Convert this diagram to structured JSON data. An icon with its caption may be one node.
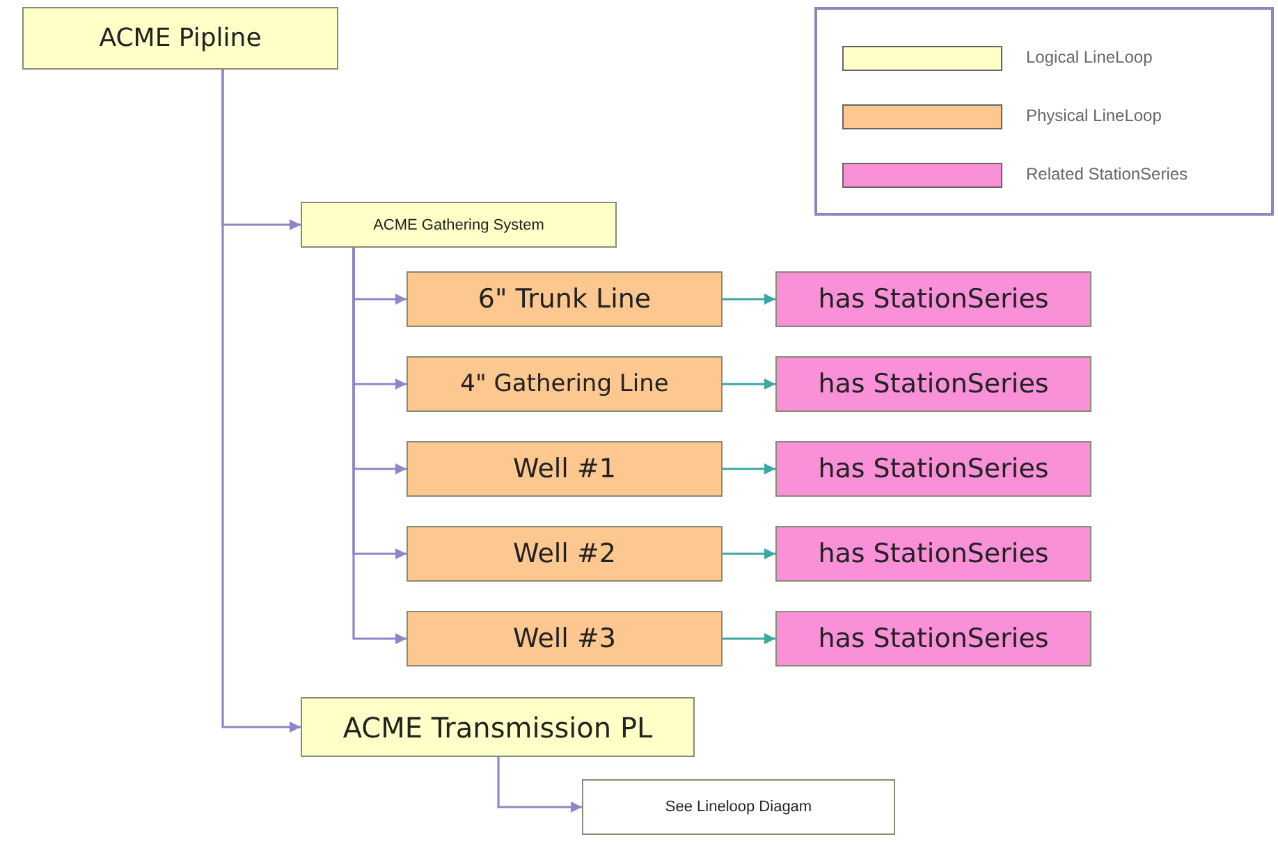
{
  "diagram": {
    "nodes": [
      {
        "text": [
          "ACME Pipline"
        ]
      },
      {
        "text": [
          "ACME Gathering System"
        ]
      },
      {
        "text": [
          "6\" Trunk Line"
        ]
      },
      {
        "text": [
          "4\" Gathering Line"
        ]
      },
      {
        "text": [
          "Well #1"
        ]
      },
      {
        "text": [
          "Well #2"
        ]
      },
      {
        "text": [
          "Well #3"
        ]
      },
      {
        "text": [
          "has StationSeries"
        ]
      },
      {
        "text": [
          "has StationSeries"
        ]
      },
      {
        "text": [
          "has StationSeries"
        ]
      },
      {
        "text": [
          "has StationSeries"
        ]
      },
      {
        "text": [
          "has StationSeries"
        ]
      },
      {
        "text": [
          "ACME Transmission PL"
        ]
      },
      {
        "text": [
          "See Lineloop Diagam"
        ]
      }
    ],
    "edges": [
      {
        "from": 0,
        "to": 1,
        "arrow": "to"
      },
      {
        "from": 0,
        "to": 12,
        "arrow": "to"
      },
      {
        "from": 1,
        "to": 2,
        "arrow": "to"
      },
      {
        "from": 1,
        "to": 3,
        "arrow": "to"
      },
      {
        "from": 1,
        "to": 4,
        "arrow": "to"
      },
      {
        "from": 1,
        "to": 5,
        "arrow": "to"
      },
      {
        "from": 1,
        "to": 6,
        "arrow": "to"
      },
      {
        "from": 2,
        "to": 7,
        "arrow": "to",
        "color": "#3aa7a0"
      },
      {
        "from": 3,
        "to": 8,
        "arrow": "to",
        "color": "#3aa7a0"
      },
      {
        "from": 4,
        "to": 9,
        "arrow": "to",
        "color": "#3aa7a0"
      },
      {
        "from": 5,
        "to": 10,
        "arrow": "to",
        "color": "#3aa7a0"
      },
      {
        "from": 6,
        "to": 11,
        "arrow": "to",
        "color": "#3aa7a0"
      },
      {
        "from": 12,
        "to": 13,
        "arrow": "to"
      }
    ],
    "legend": [
      {
        "text": "Logical LineLoop",
        "color": "#ffffc8"
      },
      {
        "text": "Physical LineLoop",
        "color": "#fcc890"
      },
      {
        "text": "Related StationSeries",
        "color": "#f990d8"
      }
    ]
  }
}
